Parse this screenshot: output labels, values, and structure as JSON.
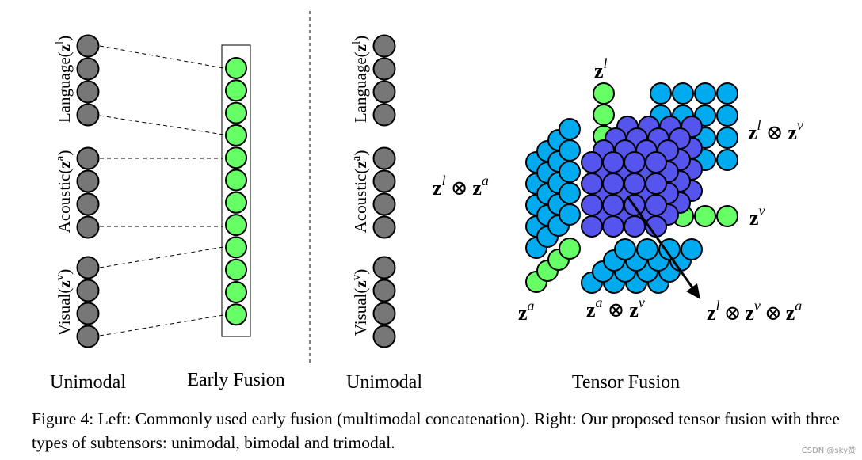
{
  "figure": {
    "left_panel": {
      "modalities": [
        {
          "name": "Language",
          "symbol": "z",
          "sup": "l"
        },
        {
          "name": "Acoustic",
          "symbol": "z",
          "sup": "a"
        },
        {
          "name": "Visual",
          "symbol": "z",
          "sup": "v"
        }
      ],
      "unimodal_label": "Unimodal",
      "early_fusion_label": "Early Fusion"
    },
    "right_panel": {
      "modalities": [
        {
          "name": "Language",
          "symbol": "z",
          "sup": "l"
        },
        {
          "name": "Acoustic",
          "symbol": "z",
          "sup": "a"
        },
        {
          "name": "Visual",
          "symbol": "z",
          "sup": "v"
        }
      ],
      "unimodal_label": "Unimodal",
      "tensor_fusion_label": "Tensor Fusion",
      "tensor_labels": {
        "z_l": {
          "sym": "z",
          "sup": "l"
        },
        "z_v": {
          "sym": "z",
          "sup": "v"
        },
        "z_a": {
          "sym": "z",
          "sup": "a"
        },
        "z_l_v": {
          "a": "z",
          "a_sup": "l",
          "op": "⊗",
          "b": "z",
          "b_sup": "v"
        },
        "z_l_a": {
          "a": "z",
          "a_sup": "l",
          "op": "⊗",
          "b": "z",
          "b_sup": "a"
        },
        "z_a_v": {
          "a": "z",
          "a_sup": "a",
          "op": "⊗",
          "b": "z",
          "b_sup": "v"
        },
        "z_l_v_a": {
          "a": "z",
          "a_sup": "l",
          "op1": "⊗",
          "b": "z",
          "b_sup": "v",
          "op2": "⊗",
          "c": "z",
          "c_sup": "a"
        }
      }
    },
    "colors": {
      "unimodal_gray": "#777777",
      "early_green": "#66ff66",
      "bimodal_blue": "#00aaee",
      "trimodal_purple": "#5555ee"
    }
  },
  "caption": "Figure 4: Left: Commonly used early fusion (multimodal concatenation). Right: Our proposed tensor fusion with three types of subtensors: unimodal, bimodal and trimodal.",
  "watermark": "CSDN @sky赞"
}
